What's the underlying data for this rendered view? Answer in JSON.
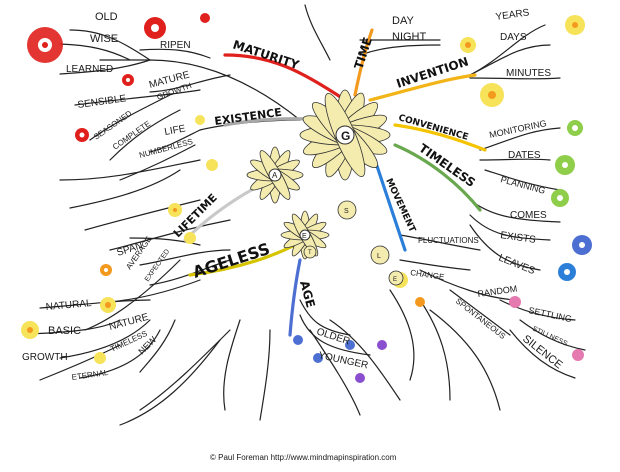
{
  "center_letter": "G",
  "main_branches": {
    "maturity": "MATURITY",
    "time": "TIME",
    "invention": "INVENTION",
    "existence": "EXISTENCE",
    "convenience": "CONVENIENCE",
    "timeless": "TIMELESS",
    "movement": "MOVEMENT",
    "lifetime": "LIFETIME",
    "ageless": "AGELESS",
    "age": "AGE"
  },
  "sub_words": {
    "old": "OLD",
    "wise": "WISE",
    "learned": "LEARNED",
    "ripen": "RIPEN",
    "mature": "MATURE",
    "growth": "GROWTH",
    "sensible": "SENSIBLE",
    "seasoned": "SEASONED",
    "complete": "COMPLETE",
    "life": "LIFE",
    "numberless": "NUMBERLESS",
    "day": "DAY",
    "night": "NIGHT",
    "years": "YEARS",
    "days": "DAYS",
    "minutes": "MINUTES",
    "monitoring": "MONITORING",
    "dates": "DATES",
    "planning": "PLANNING",
    "comes": "COMES",
    "exists": "EXISTS",
    "leaves": "LEAVES",
    "fluctuations": "FLUCTUATIONS",
    "change": "CHANGE",
    "random": "RANDOM",
    "spontaneous": "SPONTANEOUS",
    "settling": "SETTLING",
    "stillness": "STILLNESS",
    "silence": "SILENCE",
    "span": "SPAN",
    "average": "AVERAGE",
    "expected": "EXPECTED",
    "natural": "NATURAL",
    "basic": "BASIC",
    "growth2": "GROWTH",
    "nature": "NATURE",
    "timeless_small": "TIMELESS",
    "new": "NEW",
    "eternal": "ETERNAL",
    "older": "OLDER",
    "younger": "YOUNGER"
  },
  "flower_letters": {
    "a": "A",
    "e": "E",
    "l": "L",
    "s": "S",
    "e2": "E",
    "t": "T"
  },
  "credit": "© Paul Foreman http://www.mindmapinspiration.com",
  "colors": {
    "maturity": "#e0201c",
    "time": "#f39a1e",
    "invention": "#f2b416",
    "convenience": "#f5c400",
    "timeless": "#6aa84f",
    "movement": "#2b7fd9",
    "lifetime": "#c9c9c9",
    "ageless": "#d6c400",
    "age": "#4d6fd1",
    "existence": "#a8a8a8"
  }
}
